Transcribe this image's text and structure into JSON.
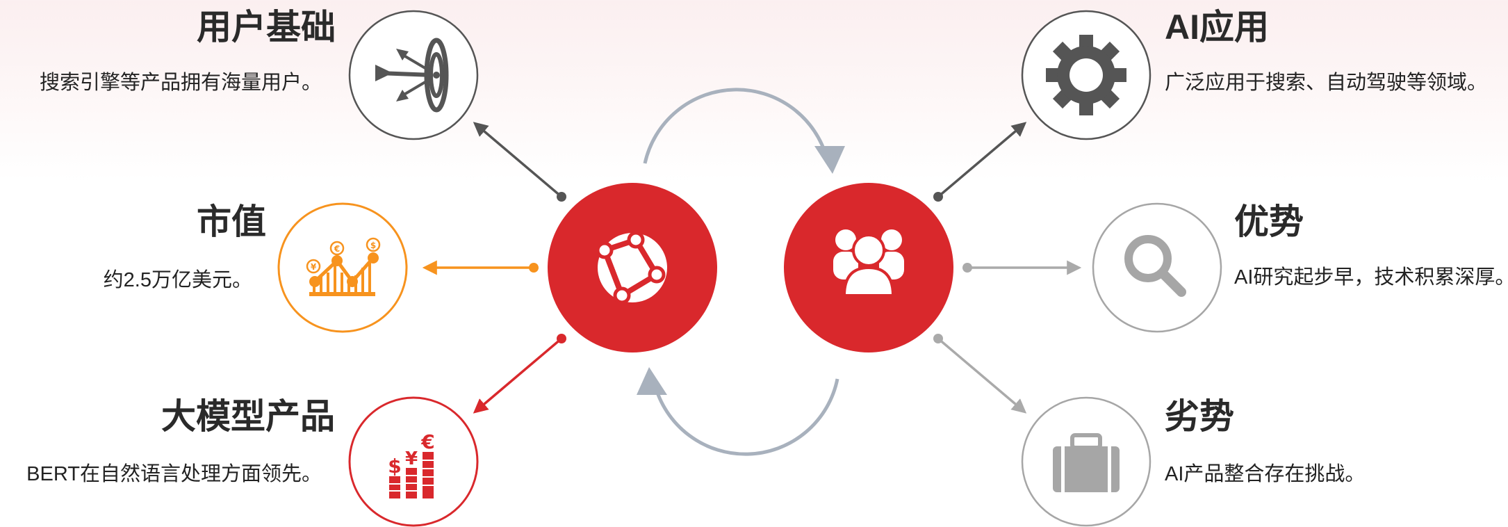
{
  "left_items": [
    {
      "title": "用户基础",
      "desc": "搜索引擎等产品拥有海量用户。",
      "icon": "target-arrows-icon",
      "color": "#555555"
    },
    {
      "title": "市值",
      "desc": "约2.5万亿美元。",
      "icon": "currency-chart-icon",
      "color": "#f7931e"
    },
    {
      "title": "大模型产品",
      "desc": "BERT在自然语言处理方面领先。",
      "icon": "money-stacks-icon",
      "color": "#d9282c"
    }
  ],
  "right_items": [
    {
      "title": "AI应用",
      "desc": "广泛应用于搜索、自动驾驶等领域。",
      "icon": "gear-icon",
      "color": "#555555"
    },
    {
      "title": "优势",
      "desc": "AI研究起步早，技术积累深厚。",
      "icon": "magnifier-icon",
      "color": "#a6a6a6"
    },
    {
      "title": "劣势",
      "desc": "AI产品整合存在挑战。",
      "icon": "briefcase-icon",
      "color": "#a6a6a6"
    }
  ],
  "hubs": {
    "left": {
      "icon": "globe-network-icon",
      "color": "#d9282c"
    },
    "right": {
      "icon": "people-group-icon",
      "color": "#d9282c"
    }
  },
  "cycle_arrow_color": "#a8b1bd"
}
